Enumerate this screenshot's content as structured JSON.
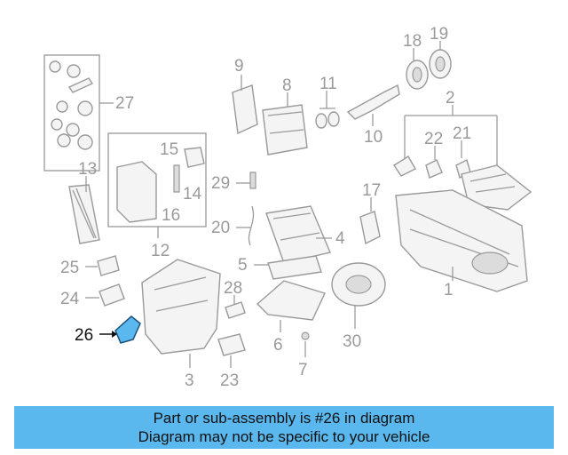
{
  "callouts": [
    "1",
    "2",
    "3",
    "4",
    "5",
    "6",
    "7",
    "8",
    "9",
    "10",
    "11",
    "12",
    "13",
    "14",
    "15",
    "16",
    "17",
    "18",
    "19",
    "20",
    "21",
    "22",
    "23",
    "24",
    "25",
    "26",
    "27",
    "28",
    "29",
    "30"
  ],
  "highlighted_part": "26",
  "highlight_color": "#5bb8ef",
  "banner": {
    "line1": "Part or sub-assembly is #26 in diagram",
    "line2": "Diagram may not be specific to your vehicle"
  }
}
